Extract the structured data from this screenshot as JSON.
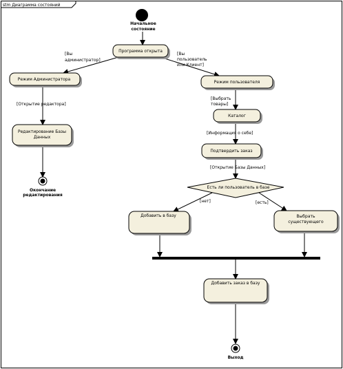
{
  "frame": {
    "title": "stm Диаграмма состояний"
  },
  "initial": {
    "label_line1": "Начальное",
    "label_line2": "состояние"
  },
  "states": {
    "program_open": "Программа открыта",
    "admin_mode": "Режим Администратора",
    "db_edit_line1": "Редактирование Базы",
    "db_edit_line2": "Данных",
    "user_mode": "Режим пользователя",
    "catalog": "Каталог",
    "confirm_order": "Подтвердить заказ",
    "add_to_db": "Добавить в базу",
    "select_existing_line1": "Выбрать",
    "select_existing_line2": "существующего",
    "add_order_to_db": "Добавить заказ в базу"
  },
  "decision": {
    "label": "Есть ли пользователь в базе"
  },
  "finals": {
    "edit_end_line1": "Окончание",
    "edit_end_line2": "редактирования",
    "exit": "Выход"
  },
  "guards": {
    "admin_line1": "[Вы",
    "admin_line2": "администратор]",
    "user_line1": "[Вы",
    "user_line2": "пользователь",
    "user_line3": "или Клиент]",
    "open_editor": "[Открытие редактора]",
    "select_goods_line1": "[Выбрать",
    "select_goods_line2": "товары]",
    "info_about": "[Информация о себе]",
    "open_db": "[Открытие Базы Данных]",
    "no": "[нет]",
    "yes": "[есть]"
  },
  "colors": {
    "state_fill": "#f4f0de",
    "shadow": "#9a9a9a",
    "line": "#000000"
  }
}
